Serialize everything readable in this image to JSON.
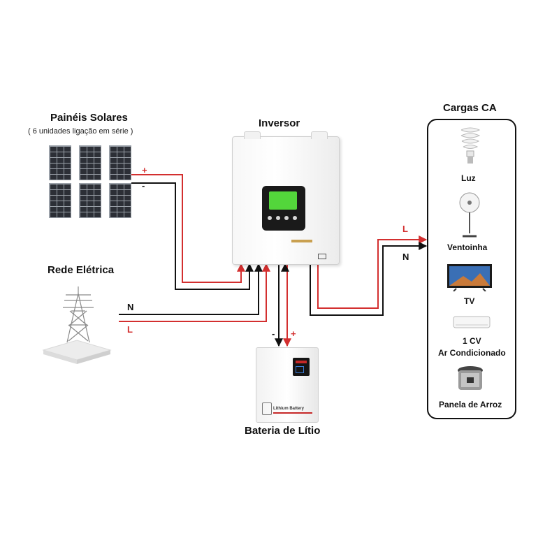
{
  "labels": {
    "paineis_title": "Painéis Solares",
    "paineis_sub": "( 6 unidades ligação em série )",
    "inversor": "Inversor",
    "rede": "Rede Elétrica",
    "bateria": "Bateria de Lítio",
    "cargas_title": "Cargas CA"
  },
  "wire_marks": {
    "solar_plus": "+",
    "solar_minus": "-",
    "grid_n": "N",
    "grid_l": "L",
    "battery_minus": "-",
    "battery_plus": "+",
    "load_l": "L",
    "load_n": "N"
  },
  "loads": [
    {
      "label": "Luz",
      "icon": "bulb-icon"
    },
    {
      "label": "Ventoinha",
      "icon": "fan-icon"
    },
    {
      "label": "TV",
      "icon": "tv-icon"
    },
    {
      "label": "1 CV",
      "icon": "air-conditioner-icon"
    },
    {
      "label": "Ar Condicionado"
    },
    {
      "label": "Panela de Arroz",
      "icon": "rice-cooker-icon"
    }
  ],
  "device_text": {
    "battery_brand": "Lithium Battery"
  },
  "colors": {
    "positive_wire": "#d32f2f",
    "negative_wire": "#111111",
    "lcd": "#53d63b"
  }
}
